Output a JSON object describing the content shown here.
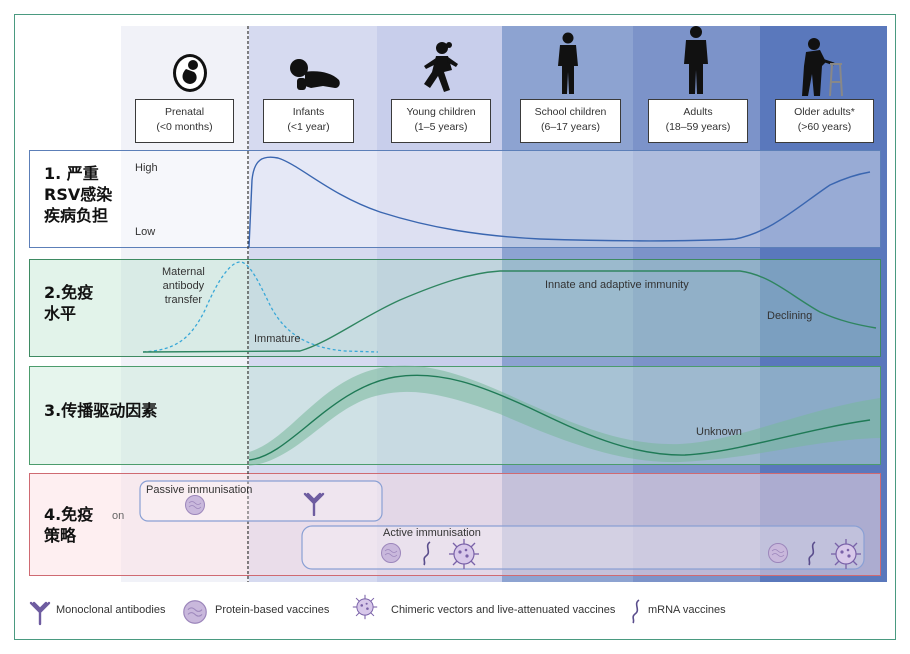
{
  "age_groups": [
    {
      "name": "Prenatal",
      "range": "(<0 months)"
    },
    {
      "name": "Infants",
      "range": "(<1 year)"
    },
    {
      "name": "Young children",
      "range": "(1–5 years)"
    },
    {
      "name": "School children",
      "range": "(6–17 years)"
    },
    {
      "name": "Adults",
      "range": "(18–59 years)"
    },
    {
      "name": "Older adults*",
      "range": "(>60 years)"
    }
  ],
  "rows": {
    "burden": {
      "title_l1": "1. 严重",
      "title_l2": "RSV感染",
      "title_l3": "疾病负担",
      "high": "High",
      "low": "Low"
    },
    "immunity": {
      "title_l1": "2.免疫",
      "title_l2": "水平",
      "maternal_l1": "Maternal",
      "maternal_l2": "antibody",
      "maternal_l3": "transfer",
      "immature": "Immature",
      "innate": "Innate and adaptive immunity",
      "declining": "Declining"
    },
    "transmission": {
      "title": "3.传播驱动因素",
      "unknown": "Unknown"
    },
    "strategy": {
      "title_l1": "4.免疫",
      "title_l2": "策略",
      "clipped": "on",
      "passive": "Passive immunisation",
      "active": "Active immunisation"
    }
  },
  "legend": {
    "monoclonal": "Monoclonal antibodies",
    "protein": "Protein-based vaccines",
    "chimeric": "Chimeric vectors and live-attenuated vaccines",
    "mrna": "mRNA vaccines"
  },
  "colors": {
    "burden_line": "#3a66b0",
    "immunity_line": "#2f8560",
    "maternal_line": "#39a8d8",
    "transmission_line": "#1f7a56",
    "transmission_band": "#79b89a",
    "frame": "#4a9a80"
  },
  "icons": [
    "pregnancy-icon",
    "crawling-baby-icon",
    "running-child-icon",
    "school-child-icon",
    "adult-icon",
    "elderly-walker-icon",
    "antibody-icon",
    "protein-vaccine-icon",
    "chimeric-vaccine-icon",
    "mrna-icon"
  ]
}
